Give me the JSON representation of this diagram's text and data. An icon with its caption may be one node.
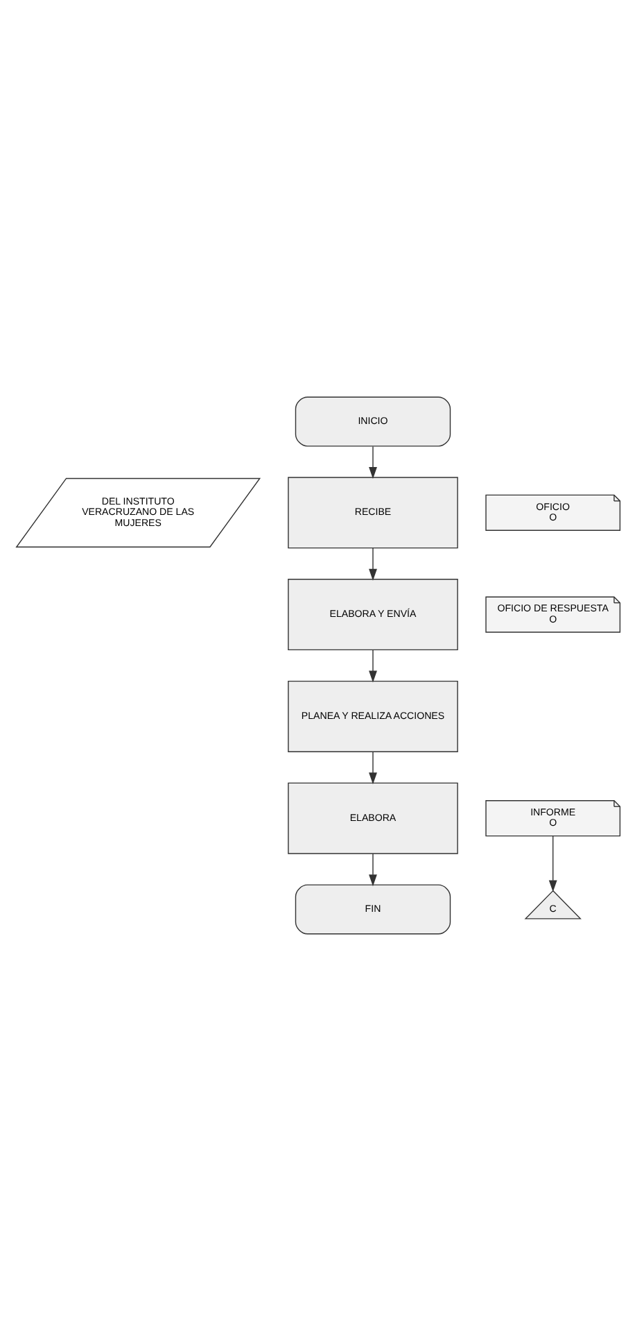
{
  "diagram": {
    "nodes": [
      {
        "text": [
          "INICIO"
        ]
      },
      {
        "text": [
          "DEL INSTITUTO VERACRUZANO DE LAS MUJERES"
        ]
      },
      {
        "text": [
          "RECIBE"
        ]
      },
      {
        "text": [
          "OFICIO",
          "O"
        ]
      },
      {
        "text": [
          "ELABORA Y ENVÍA"
        ]
      },
      {
        "text": [
          "OFICIO DE RESPUESTA",
          "O"
        ]
      },
      {
        "text": [
          "PLANEA Y REALIZA ACCIONES"
        ]
      },
      {
        "text": [
          "ELABORA"
        ]
      },
      {
        "text": [
          "INFORME",
          "O"
        ]
      },
      {
        "text": [
          "C"
        ]
      },
      {
        "text": [
          "FIN"
        ]
      }
    ],
    "edges": [
      {
        "from": 0,
        "to": 2,
        "arrow": "to"
      },
      {
        "from": 2,
        "to": 4,
        "arrow": "to"
      },
      {
        "from": 4,
        "to": 6,
        "arrow": "to"
      },
      {
        "from": 6,
        "to": 7,
        "arrow": "to"
      },
      {
        "from": 7,
        "to": 10,
        "arrow": "to"
      },
      {
        "from": 8,
        "to": 9,
        "arrow": "to"
      }
    ]
  }
}
